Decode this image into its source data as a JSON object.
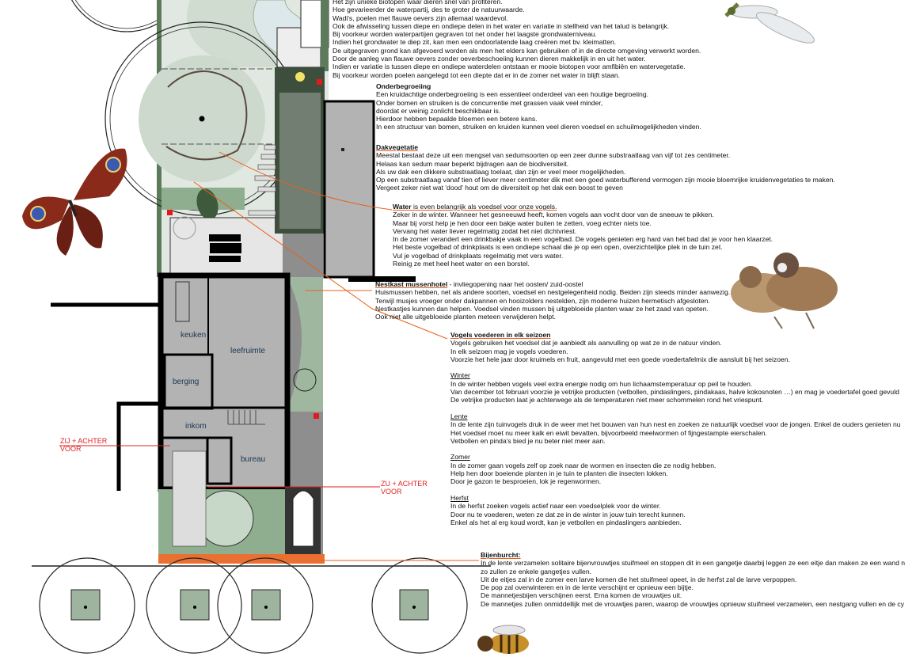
{
  "colors": {
    "accent_line": "#e8601c",
    "label_red": "#e02020",
    "grass": "#8fae8f",
    "paving": "#bdbdbd",
    "house": "#b3b3b3"
  },
  "rooms": {
    "keuken": "keuken",
    "leefruimte": "leefruimte",
    "berging": "berging",
    "inkom": "inkom",
    "bureau": "bureau"
  },
  "labels": {
    "left": {
      "line1": "ZIJ + ACHTER",
      "line2": "VOOR"
    },
    "right": {
      "line1": "ZU + ACHTER",
      "line2": "VOOR"
    }
  },
  "icons": [
    "butterfly-icon",
    "dragonfly-icon",
    "sparrows-icon",
    "bee-icon"
  ],
  "sections": {
    "water_intro": {
      "lines": [
        "Het zijn unieke biotopen waar dieren snel van profiteren.",
        "Hoe gevarieerder de waterpartij, des te groter de natuurwaarde.",
        "Wadi's, poelen met flauwe oevers zijn allemaal waardevol.",
        "Ook de afwisseling tussen diepe en ondiepe delen in het water en variatie in stellheid van het talud is belangrijk.",
        "Bij voorkeur worden waterpartijen gegraven tot net onder het laagste grondwaterniveau.",
        "Indien het grondwater te diep zit, kan men een ondoorlatende laag creëren met bv. kleimatten.",
        "De uitgegraven grond kan afgevoerd worden als men het elders kan gebruiken of in de directe omgeving verwerkt worden.",
        "Door de aanleg van flauwe oevers zonder oeverbeschoeiing kunnen dieren makkelijk in en uit het water.",
        "Indien er variatie is tussen diepe en ondiepe waterdelen ontstaan er mooie biotopen voor amfibiën en watervegetatie.",
        "Bij voorkeur worden poelen aangelegd tot een diepte dat er in de zomer net water in blijft staan."
      ]
    },
    "onderbegroeiing": {
      "title": "Onderbegroeiing",
      "lines": [
        "Een kruidachtige onderbegroeiing is een essentieel onderdeel van een houtige begroeiing.",
        "Onder bomen en struiken is de concurrentie met grassen vaak veel minder,",
        "doordat er weinig zonlicht beschikbaar is.",
        "Hierdoor hebben bepaalde bloemen een betere kans.",
        "In een structuur van bomen, struiken en kruiden kunnen veel dieren voedsel en schuilmogelijkheden vinden."
      ]
    },
    "dakvegetatie": {
      "title": "Dakvegetatie",
      "lines": [
        "Meestal bestaat deze uit een mengsel van sedumsoorten op een zeer dunne substraatlaag van vijf tot zes centimeter.",
        "Helaas kan sedum maar beperkt bijdragen aan de biodiversiteit.",
        "Als uw dak een dikkere substraatlaag toelaat, dan zijn er veel meer mogelijkheden.",
        "Op een substraatlaag vanaf tien of liever meer centimeter dik met een goed waterbufferend vermogen zijn mooie bloemrijke kruidenvegetaties te maken.",
        "Vergeet zeker niet wat 'dood' hout om de diversiteit op het dak een boost te geven"
      ]
    },
    "water": {
      "title": "Water",
      "title_rest": " is even belangrijk als voedsel voor onze vogels.",
      "lines": [
        "Zeker in de winter. Wanneer het gesneeuwd heeft, komen vogels aan vocht door van de sneeuw te pikken.",
        "Maar bij vorst help je hen door een bakje water buiten te zetten, voeg echter niets toe.",
        "Vervang het water liever regelmatig zodat het niet dichtvriest.",
        "In de zomer verandert een drinkbakje vaak in een vogelbad. De vogels genieten erg hard van het bad dat je voor hen klaarzet.",
        "Het beste vogelbad of drinkplaats is een ondiepe schaal die je op een open, overzichtelijke plek in de tuin zet.",
        "Vul je vogelbad of drinkplaats regelmatig met vers water.",
        "Reinig ze met heel heet water en een borstel."
      ]
    },
    "nestkast": {
      "title": "Nestkast mussenhotel",
      "title_rest": " - invliegopening naar het oosten/ zuid-oostel",
      "lines": [
        "Huismussen hebben, net als andere soorten, voedsel en nestgelegenheid nodig. Beiden zijn steeds minder aanwezig.",
        "Terwijl musjes vroeger onder dakpannen en hooizolders nestelden, zijn moderne huizen hermetisch afgesloten.",
        "Nestkastjes kunnen dan helpen. Voedsel vinden mussen bij uitgebloeide planten waar ze het zaad van opeten.",
        "Ook niet alle uitgebloeide planten meteen verwijderen helpt."
      ]
    },
    "vogels": {
      "title": "Vogels voederen in elk seizoen",
      "lines": [
        "Vogels gebruiken het voedsel dat je aanbiedt als aanvulling op wat ze in de natuur vinden.",
        "In elk seizoen mag je vogels voederen.",
        "Voorzie het hele jaar door kruimels en fruit, aangevuld met een goede voedertafelmix die aansluit bij het seizoen."
      ],
      "seasons": [
        {
          "title": "Winter",
          "lines": [
            "In de winter hebben vogels veel extra energie nodig om hun lichaamstemperatuur op peil te houden.",
            "Van december tot februari voorzie je vetrijke producten (vetbollen, pindaslingers, pindakaas, halve kokosnoten …) en mag je voedertafel goed gevuld",
            "De vetrijke producten laat je achterwege als de temperaturen niet meer schommelen rond het vriespunt."
          ]
        },
        {
          "title": "Lente",
          "lines": [
            "In de lente zijn tuinvogels druk in de weer met het bouwen van hun nest en zoeken ze natuurlijk voedsel voor de jongen. Enkel de ouders genieten nu",
            "Het voedsel moet nu meer kalk en eiwit bevatten, bijvoorbeeld meelwormen of fijngestampte eierschalen.",
            "Vetbollen en pinda's bied je nu beter niet meer aan."
          ]
        },
        {
          "title": "Zomer",
          "lines": [
            "In de zomer gaan vogels zelf op zoek naar de wormen en insecten die ze nodig hebben.",
            "Help hen door boeiende planten in je tuin te planten die insecten lokken.",
            "Door je gazon te besproeien, lok je regenwormen."
          ]
        },
        {
          "title": "Herfst",
          "lines": [
            "In de herfst zoeken vogels actief naar een voedselplek voor de winter.",
            "Door nu te voederen, weten ze dat ze in de winter in jouw tuin terecht kunnen.",
            "Enkel als het al erg koud wordt, kan je vetbollen en pindaslingers aanbieden."
          ]
        }
      ]
    },
    "bijen": {
      "title": "Bijenburcht:",
      "lines": [
        "In de lente verzamelen solitaire bijenvrouwtjes stuifmeel en stoppen dit in een gangetje daarbij leggen ze een eitje dan maken ze een wand n",
        "zo zullen ze enkele gangetjes vullen.",
        "Uit de eitjes zal in de zomer een larve komen die het stuifmeel opeet, in de herfst zal de larve verpoppen.",
        "De pop zal overwinteren en in de lente verschijnt er opnieuw een bijtje.",
        "De mannetjesbijen verschijnen eerst. Erna komen de vrouwtjes uit.",
        "De mannetjes zullen onmiddellijk met de vrouwtjes paren, waarop de vrouwtjes opnieuw stuifmeel verzamelen, een nestgang vullen en de cy"
      ]
    }
  }
}
